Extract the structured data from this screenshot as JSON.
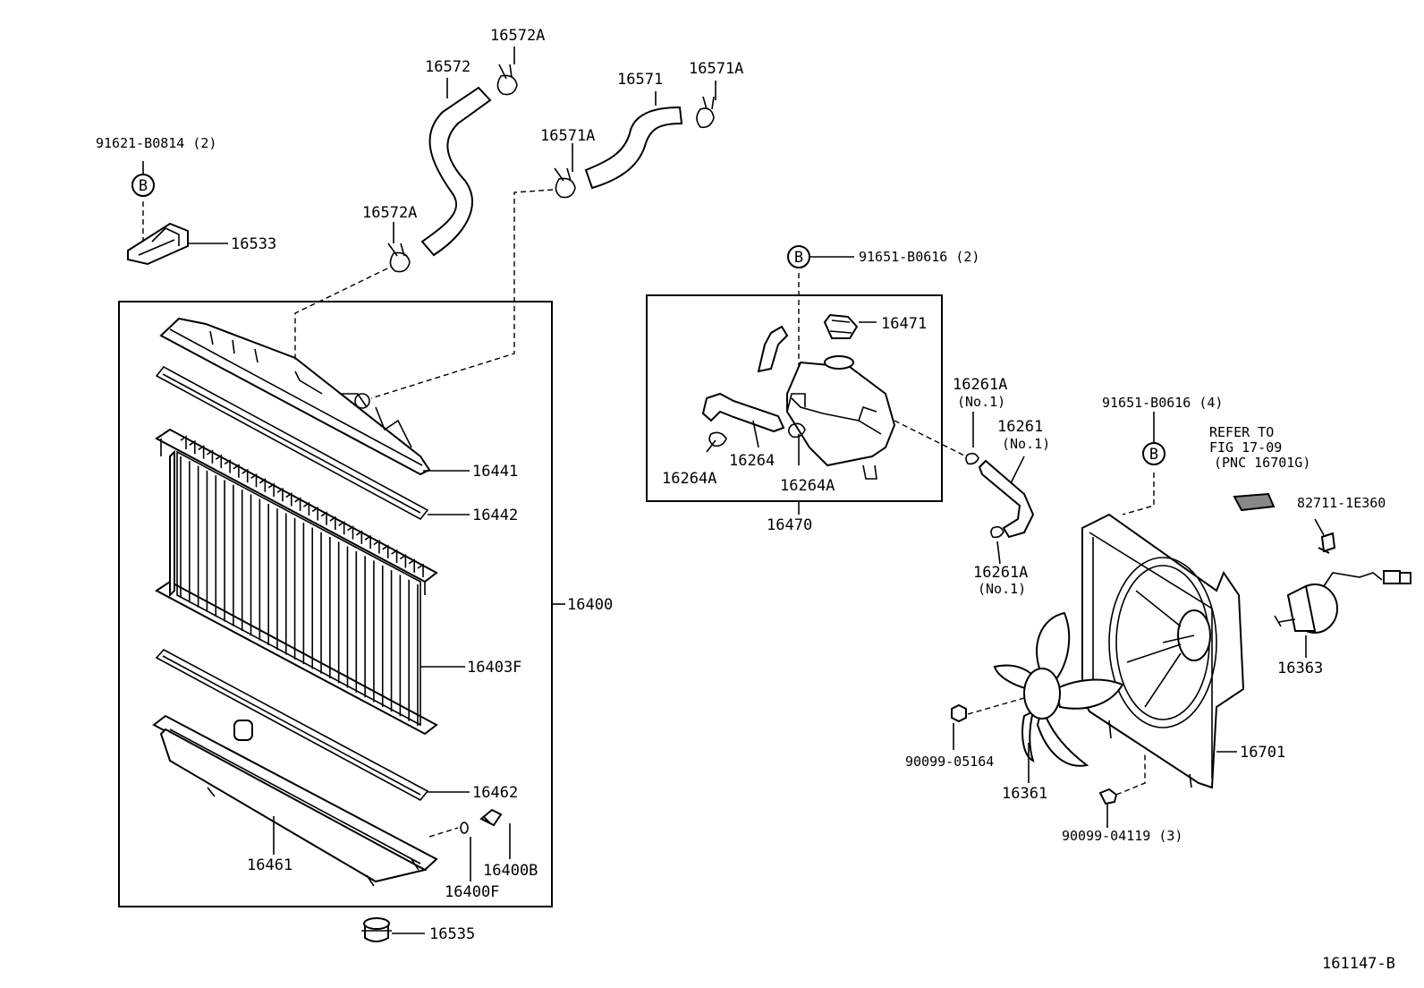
{
  "diagram_id": "161147-B",
  "callout_b": "B",
  "labels": {
    "p16572A_top": "16572A",
    "p16572": "16572",
    "p16571": "16571",
    "p16571A_top": "16571A",
    "p16571A_mid": "16571A",
    "p91621": "91621-B0814 (2)",
    "p16533": "16533",
    "p16572A_low": "16572A",
    "p91651_top": "91651-B0616 (2)",
    "p16471": "16471",
    "p16261A_top": "16261A",
    "p16261A_top_no": "(No.1)",
    "p16261": "16261",
    "p16261_no": "(No.1)",
    "p91651_right": "91651-B0616 (4)",
    "refer_1": "REFER TO",
    "refer_2": "FIG 17-09",
    "refer_3": "(PNC 16701G)",
    "p82711": "82711-1E360",
    "p16264A_left": "16264A",
    "p16264": "16264",
    "p16264A_right": "16264A",
    "p16470": "16470",
    "p16261A_low": "16261A",
    "p16261A_low_no": "(No.1)",
    "p16441": "16441",
    "p16442": "16442",
    "p16400": "16400",
    "p16403F": "16403F",
    "p16462": "16462",
    "p16461": "16461",
    "p16400B": "16400B",
    "p16400F": "16400F",
    "p16535": "16535",
    "p16363": "16363",
    "p90099_05164": "90099-05164",
    "p16361": "16361",
    "p16701": "16701",
    "p90099_04119": "90099-04119 (3)"
  }
}
